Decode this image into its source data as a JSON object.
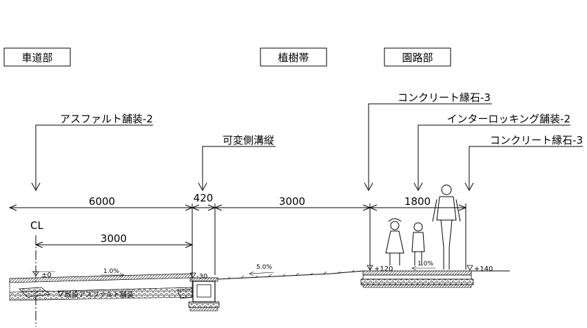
{
  "zones": {
    "roadway": "車道部",
    "planting": "植樹帯",
    "garden": "園路部"
  },
  "callouts": {
    "asphalt": "アスファルト舗装-2",
    "gutter": "可変側溝縦",
    "curb_left": "コンクリート縁石-3",
    "interlocking": "インターロッキング舗装-2",
    "curb_right": "コンクリート縁石-3"
  },
  "dimensions": {
    "road_width": "6000",
    "gutter_width": "420",
    "planting_width": "3000",
    "garden_width": "1800",
    "half_width": "3000"
  },
  "centerline": "CL",
  "levels": {
    "road_center": "±0",
    "gutter": "-30",
    "garden_left": "+120",
    "garden_right": "+140",
    "existing": "既設アスファルト舗装"
  },
  "slopes": {
    "road": "1.0%",
    "planting": "5.0%",
    "garden": "1.0%"
  }
}
